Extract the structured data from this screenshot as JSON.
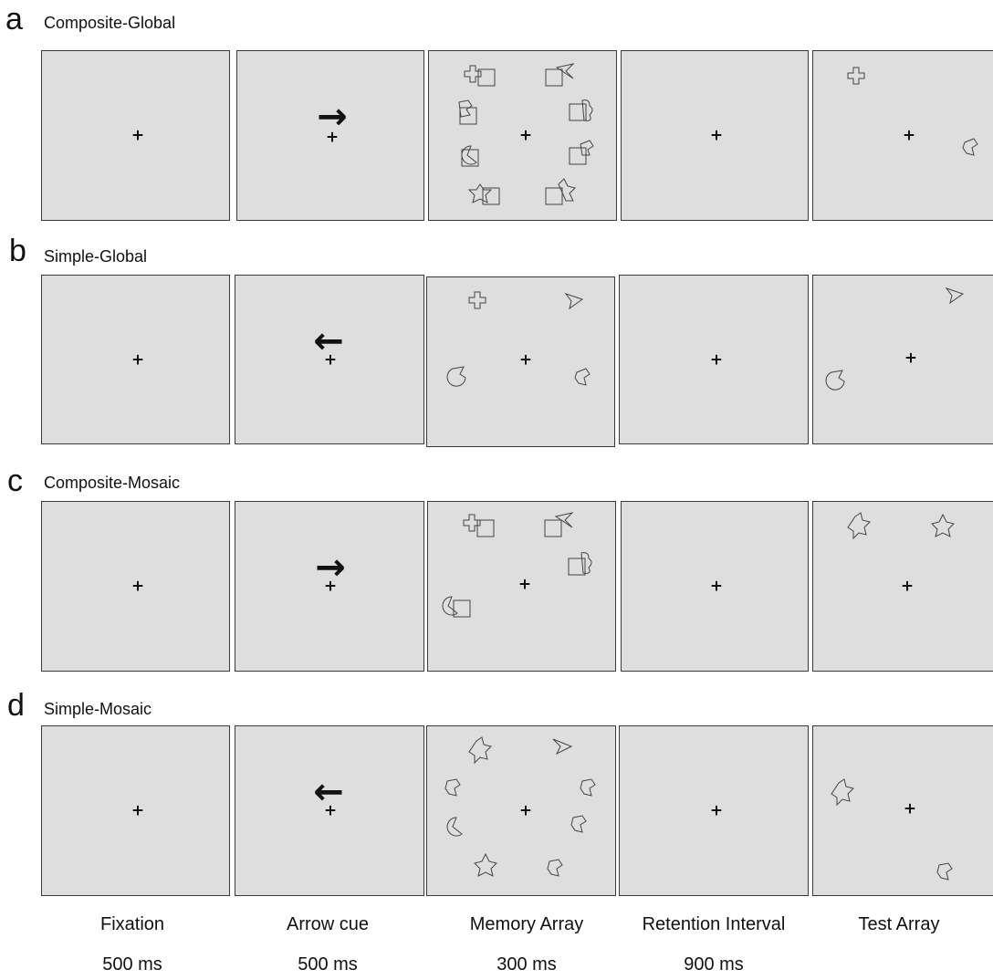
{
  "rows": [
    {
      "letter": "a",
      "title": "Composite-Global",
      "cue": "→"
    },
    {
      "letter": "b",
      "title": "Simple-Global",
      "cue": "←"
    },
    {
      "letter": "c",
      "title": "Composite-Mosaic",
      "cue": "→"
    },
    {
      "letter": "d",
      "title": "Simple-Mosaic",
      "cue": "←"
    }
  ],
  "fixation": "+",
  "phases": [
    {
      "name": "Fixation",
      "duration": "500 ms"
    },
    {
      "name": "Arrow cue",
      "duration": "500 ms"
    },
    {
      "name": "Memory Array",
      "duration": "300 ms"
    },
    {
      "name": "Retention Interval",
      "duration": "900 ms"
    },
    {
      "name": "Test Array",
      "duration": ""
    }
  ]
}
